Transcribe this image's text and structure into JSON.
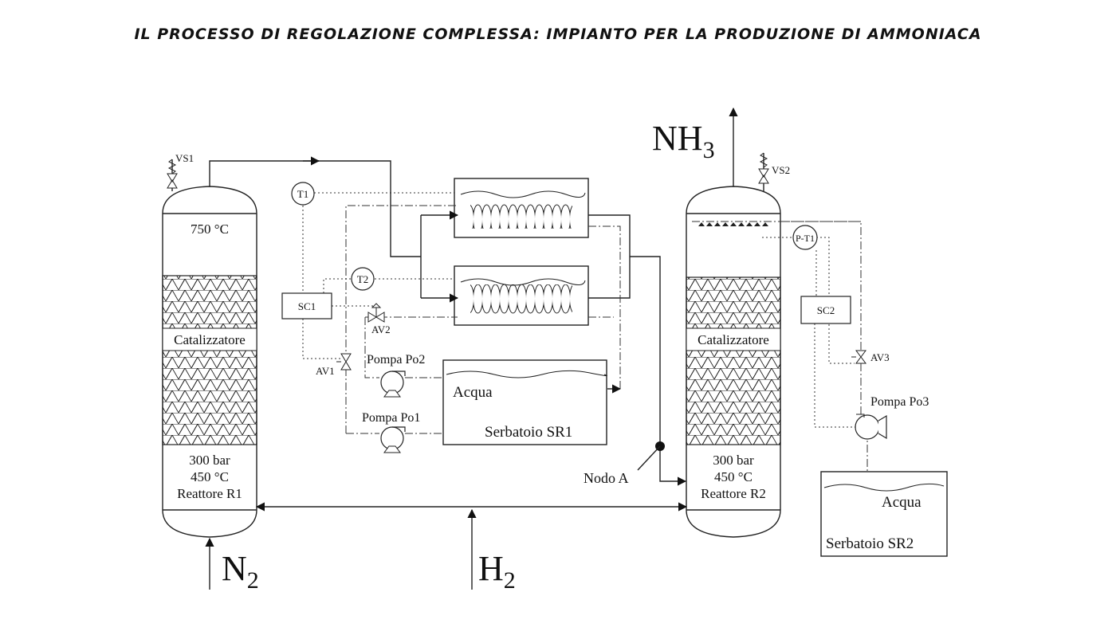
{
  "title": "IL PROCESSO DI REGOLAZIONE COMPLESSA: IMPIANTO PER LA PRODUZIONE DI AMMONIACA",
  "reactor1": {
    "valve": "VS1",
    "top_temp": "750 °C",
    "catalyst": "Catalizzatore",
    "pressure": "300 bar",
    "bottom_temp": "450 °C",
    "name": "Reattore R1"
  },
  "reactor2": {
    "valve": "VS2",
    "catalyst": "Catalizzatore",
    "pressure": "300 bar",
    "bottom_temp": "450 °C",
    "name": "Reattore R2"
  },
  "controllers": {
    "sc1": "SC1",
    "sc2": "SC2"
  },
  "sensors": {
    "t1": "T1",
    "t2": "T2",
    "pt1": "P-T1"
  },
  "valves": {
    "av1": "AV1",
    "av2": "AV2",
    "av3": "AV3"
  },
  "pumps": {
    "po1": "Pompa Po1",
    "po2": "Pompa Po2",
    "po3": "Pompa Po3"
  },
  "tank1": {
    "water": "Acqua",
    "name": "Serbatoio SR1"
  },
  "tank2": {
    "water": "Acqua",
    "name": "Serbatoio SR2"
  },
  "node": "Nodo A",
  "gases": {
    "n2_base": "N",
    "n2_sub": "2",
    "h2_base": "H",
    "h2_sub": "2",
    "nh3_base": "NH",
    "nh3_sub": "3"
  }
}
